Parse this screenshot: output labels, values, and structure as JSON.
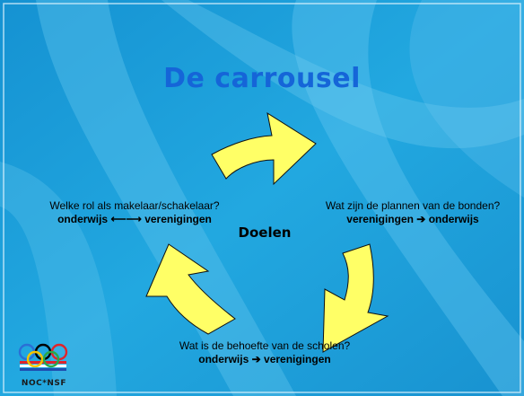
{
  "slide": {
    "title": "De carrousel",
    "center_label": "Doelen",
    "left": {
      "line1": "Welke rol als makelaar/schakelaar?",
      "line2_a": "onderwijs",
      "line2_arrow": "⟵⟶",
      "line2_b": "verenigingen"
    },
    "right": {
      "line1": "Wat zijn de plannen van de bonden?",
      "line2_a": "verenigingen",
      "line2_arrow": "➔",
      "line2_b": "onderwijs"
    },
    "bottom": {
      "line1": "Wat is de behoefte van de scholen?",
      "line2_a": "onderwijs",
      "line2_arrow": "➔",
      "line2_b": "verenigingen"
    },
    "logo_text": "NOC*NSF",
    "colors": {
      "background": "#1ca0dc",
      "arrow_fill": "#ffff66",
      "title": "#1565d8",
      "ring_blue": "#2a6fd6",
      "ring_yellow": "#f5c400",
      "ring_black": "#000000",
      "ring_green": "#2aa84a",
      "ring_red": "#e0242b"
    },
    "icons": [
      "olympic-rings-icon",
      "carousel-arrow-icon"
    ]
  }
}
